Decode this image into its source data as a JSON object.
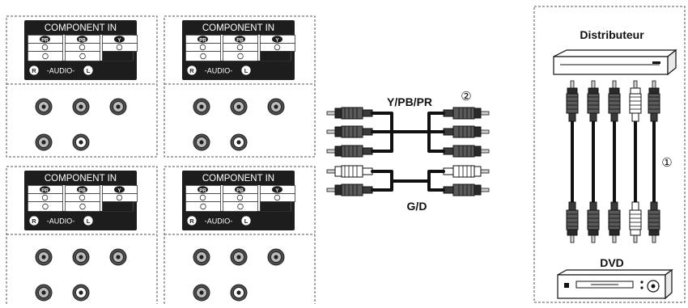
{
  "panels": [
    {
      "header": "COMPONENT IN",
      "jacks": [
        "PR",
        "PB",
        "Y"
      ],
      "audio_label": "-AUDIO-",
      "audio_right": "R",
      "audio_left": "L"
    },
    {
      "header": "COMPONENT IN",
      "jacks": [
        "PR",
        "PB",
        "Y"
      ],
      "audio_label": "-AUDIO-",
      "audio_right": "R",
      "audio_left": "L"
    },
    {
      "header": "COMPONENT IN",
      "jacks": [
        "PR",
        "PB",
        "Y"
      ],
      "audio_label": "-AUDIO-",
      "audio_right": "R",
      "audio_left": "L"
    },
    {
      "header": "COMPONENT IN",
      "jacks": [
        "PR",
        "PB",
        "Y"
      ],
      "audio_label": "-AUDIO-",
      "audio_right": "R",
      "audio_left": "L"
    }
  ],
  "cable_labels": {
    "video": "Y/PB/PR",
    "audio": "G/D",
    "marker_2": "②",
    "marker_1": "①"
  },
  "devices": {
    "top": "Distributeur",
    "bottom": "DVD"
  }
}
